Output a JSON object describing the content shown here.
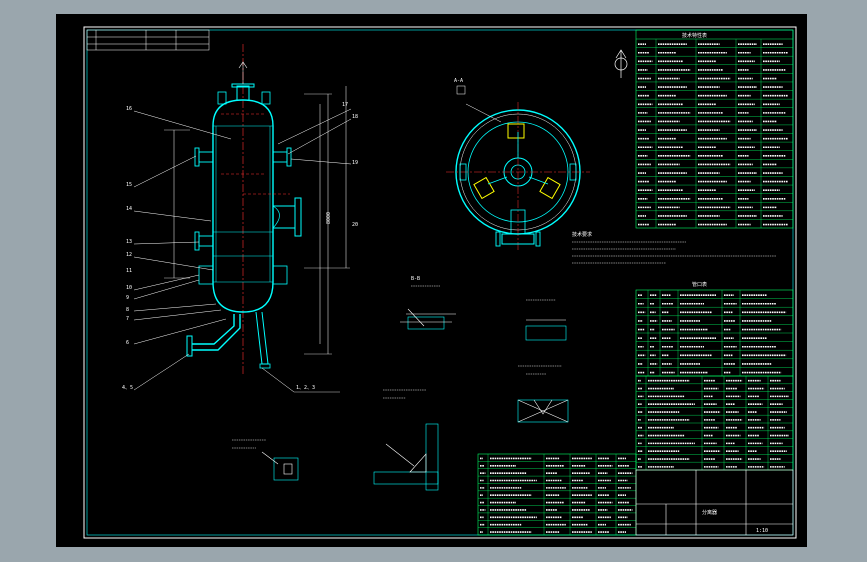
{
  "drawing": {
    "section_a_title": "A-A",
    "section_b_title": "B-B",
    "tech_table_title": "技术特性表",
    "nozzle_table_title": "管口表",
    "title_block_name": "分离器",
    "title_block_scale": "1:10",
    "notes_heading": "技术要求",
    "main_dim": "8000",
    "parts_numbers": [
      "16",
      "15",
      "14",
      "13",
      "12",
      "11",
      "10",
      "9",
      "8",
      "7",
      "6",
      "4、5",
      "1、2、3",
      "17",
      "18",
      "19",
      "20"
    ]
  },
  "colors": {
    "background": "#000000",
    "frame": "#ffffff",
    "vessel": "#00ffff",
    "center": "#ff3030",
    "dim": "#ffffff",
    "table": "#00ff66",
    "accent": "#ffff00"
  }
}
